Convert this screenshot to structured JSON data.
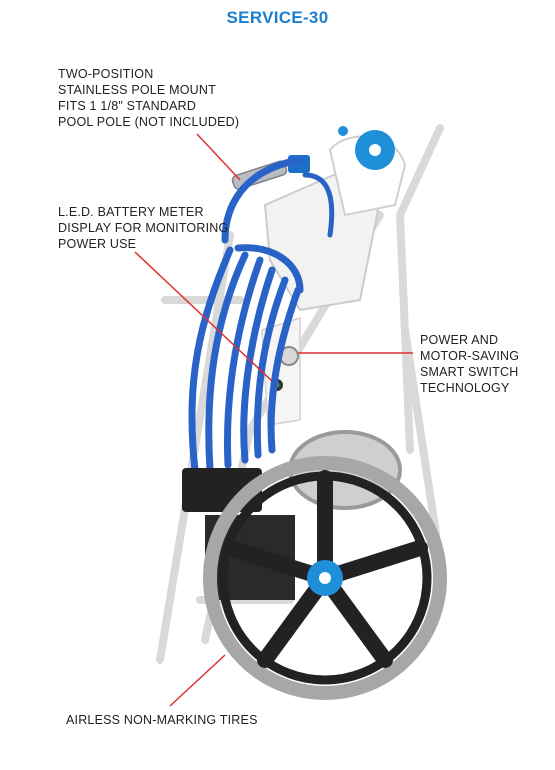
{
  "title": "SERVICE-30",
  "colors": {
    "title": "#1a7fd0",
    "callout_line": "#e03030",
    "hose": "#2a63c8",
    "frame": "#e6e6e6",
    "tire": "#9a9a9a",
    "hub": "#1e8fd8"
  },
  "callouts": {
    "pole_mount": [
      "TWO-POSITION",
      "STAINLESS POLE MOUNT",
      "FITS 1 1/8\" STANDARD",
      "POOL POLE (NOT INCLUDED)"
    ],
    "battery_meter": [
      "L.E.D. BATTERY METER",
      "DISPLAY FOR MONITORING",
      "POWER USE"
    ],
    "smart_switch": [
      "POWER AND",
      "MOTOR-SAVING",
      "SMART SWITCH",
      "TECHNOLOGY"
    ],
    "tires": [
      "AIRLESS NON-MARKING TIRES"
    ]
  }
}
